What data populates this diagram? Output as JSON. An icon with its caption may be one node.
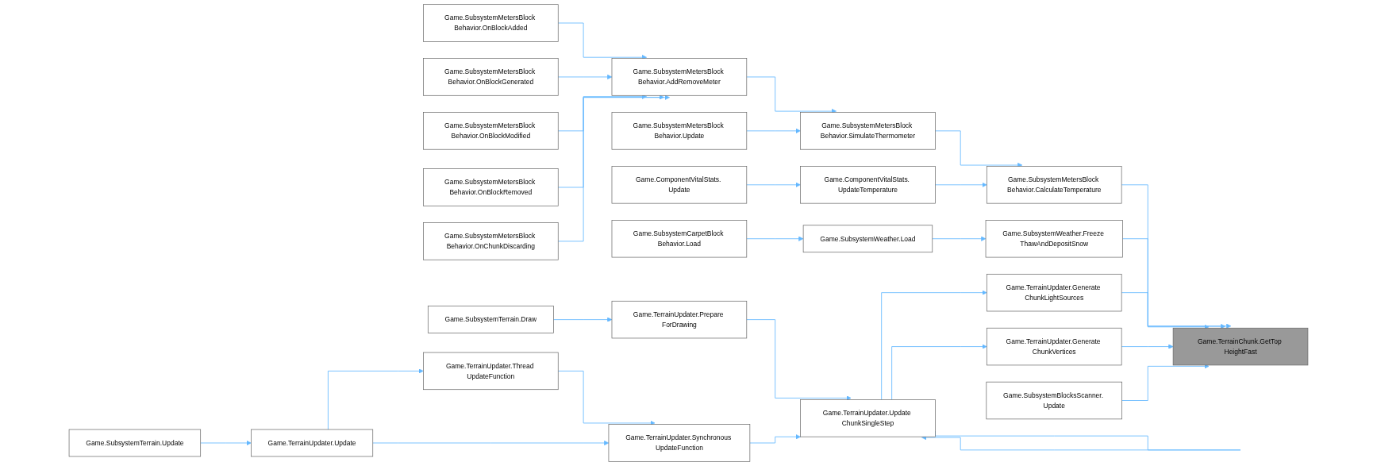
{
  "diagram": {
    "nodes": [
      {
        "text": [
          "Game.TerrainChunk.GetTop HeightFast"
        ]
      },
      {
        "text": [
          "Game.SubsystemMetersBlock Behavior.CalculateTemperature"
        ]
      },
      {
        "text": [
          "Game.SubsystemWeather.Freeze ThawAndDepositSnow"
        ]
      },
      {
        "text": [
          "Game.TerrainUpdater.Generate ChunkLightSources"
        ]
      },
      {
        "text": [
          "Game.TerrainUpdater.Generate ChunkVertices"
        ]
      },
      {
        "text": [
          "Game.SubsystemBlocksScanner. Update"
        ]
      },
      {
        "text": [
          "Game.SubsystemMetersBlock Behavior.SimulateThermometer"
        ]
      },
      {
        "text": [
          "Game.ComponentVitalStats. UpdateTemperature"
        ]
      },
      {
        "text": [
          "Game.SubsystemWeather.Load"
        ]
      },
      {
        "text": [
          "Game.TerrainUpdater.Update ChunkSingleStep"
        ]
      },
      {
        "text": [
          "Game.SubsystemMetersBlock Behavior.AddRemoveMeter"
        ]
      },
      {
        "text": [
          "Game.SubsystemMetersBlock Behavior.Update"
        ]
      },
      {
        "text": [
          "Game.ComponentVitalStats. Update"
        ]
      },
      {
        "text": [
          "Game.SubsystemCarpetBlock Behavior.Load"
        ]
      },
      {
        "text": [
          "Game.TerrainUpdater.Prepare ForDrawing"
        ]
      },
      {
        "text": [
          "Game.TerrainUpdater.Synchronous UpdateFunction"
        ]
      },
      {
        "text": [
          "Game.SubsystemMetersBlock Behavior.OnBlockAdded"
        ]
      },
      {
        "text": [
          "Game.SubsystemMetersBlock Behavior.OnBlockGenerated"
        ]
      },
      {
        "text": [
          "Game.SubsystemMetersBlock Behavior.OnBlockModified"
        ]
      },
      {
        "text": [
          "Game.SubsystemMetersBlock Behavior.OnBlockRemoved"
        ]
      },
      {
        "text": [
          "Game.SubsystemMetersBlock Behavior.OnChunkDiscarding"
        ]
      },
      {
        "text": [
          "Game.SubsystemTerrain.Draw"
        ]
      },
      {
        "text": [
          "Game.TerrainUpdater.Thread UpdateFunction"
        ]
      },
      {
        "text": [
          "Game.TerrainUpdater.Update"
        ]
      },
      {
        "text": [
          "Game.SubsystemTerrain.Update"
        ]
      }
    ],
    "edges": [
      {
        "from": 1,
        "to": 0,
        "arrow": "to"
      },
      {
        "from": 2,
        "to": 0,
        "arrow": "to"
      },
      {
        "from": 3,
        "to": 0,
        "arrow": "to"
      },
      {
        "from": 4,
        "to": 0,
        "arrow": "to"
      },
      {
        "from": 5,
        "to": 0,
        "arrow": "to"
      },
      {
        "from": 6,
        "to": 1,
        "arrow": "to"
      },
      {
        "from": 7,
        "to": 1,
        "arrow": "to"
      },
      {
        "from": 8,
        "to": 2,
        "arrow": "to"
      },
      {
        "from": 9,
        "to": 3,
        "arrow": "to"
      },
      {
        "from": 9,
        "to": 4,
        "arrow": "to"
      },
      {
        "from": 9,
        "to": 9,
        "arrow": "to"
      },
      {
        "from": 10,
        "to": 6,
        "arrow": "to"
      },
      {
        "from": 11,
        "to": 6,
        "arrow": "to"
      },
      {
        "from": 12,
        "to": 7,
        "arrow": "to"
      },
      {
        "from": 13,
        "to": 8,
        "arrow": "to"
      },
      {
        "from": 14,
        "to": 9,
        "arrow": "to"
      },
      {
        "from": 15,
        "to": 9,
        "arrow": "to"
      },
      {
        "from": 16,
        "to": 10,
        "arrow": "to"
      },
      {
        "from": 17,
        "to": 10,
        "arrow": "to"
      },
      {
        "from": 18,
        "to": 10,
        "arrow": "to"
      },
      {
        "from": 19,
        "to": 10,
        "arrow": "to"
      },
      {
        "from": 20,
        "to": 10,
        "arrow": "to"
      },
      {
        "from": 21,
        "to": 14,
        "arrow": "to"
      },
      {
        "from": 22,
        "to": 15,
        "arrow": "to"
      },
      {
        "from": 23,
        "to": 22,
        "arrow": "to"
      },
      {
        "from": 23,
        "to": 15,
        "arrow": "to"
      },
      {
        "from": 24,
        "to": 23,
        "arrow": "to"
      }
    ]
  }
}
